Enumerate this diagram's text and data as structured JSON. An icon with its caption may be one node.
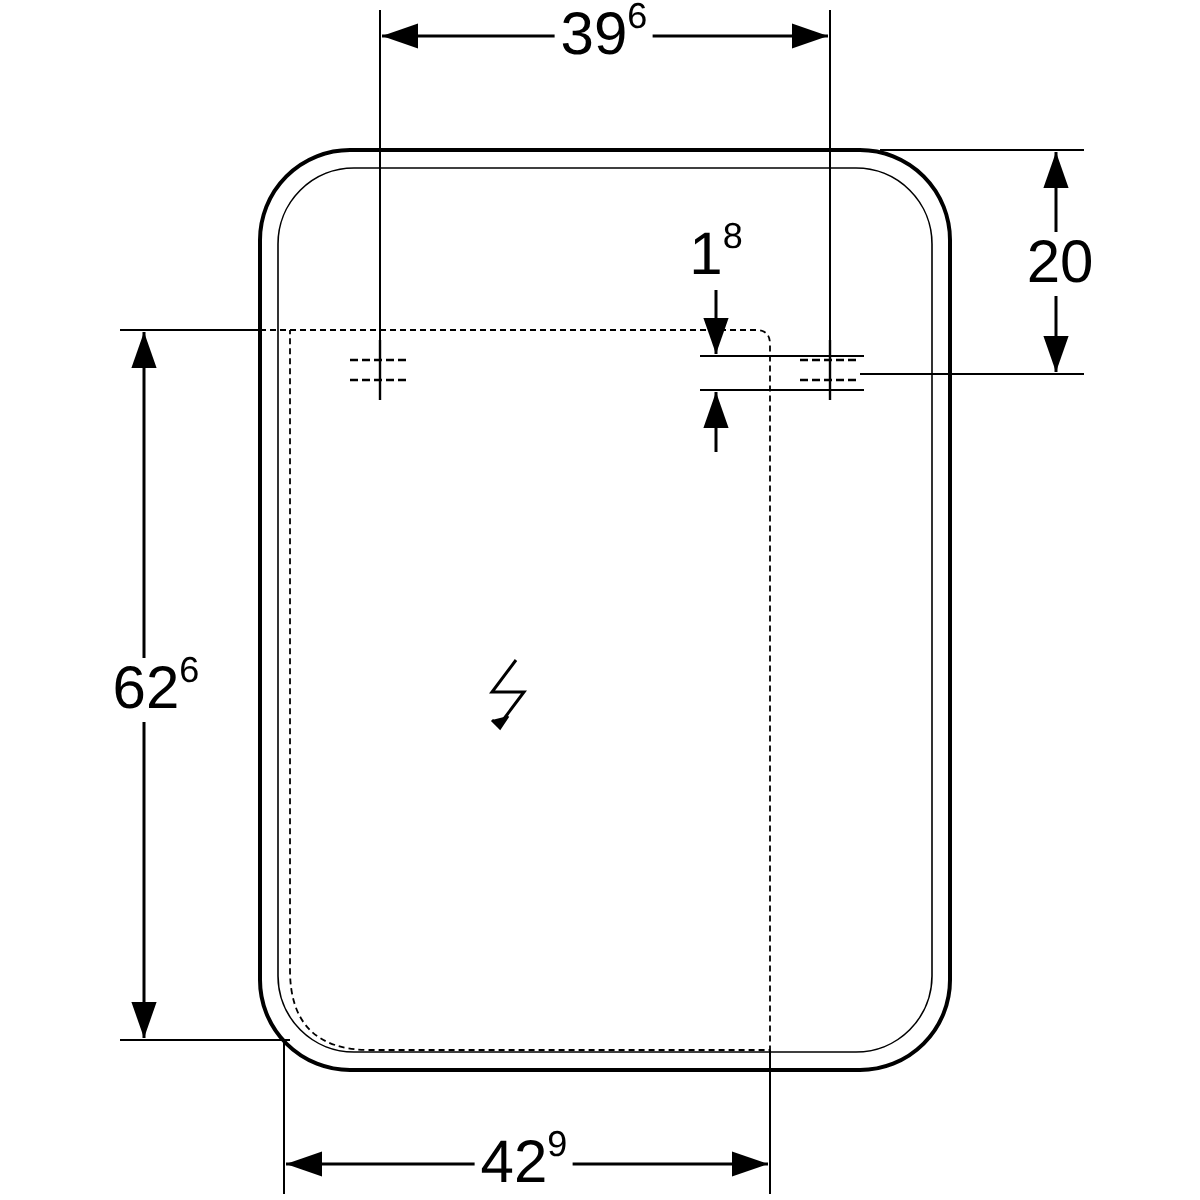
{
  "diagram": {
    "labels": [
      "39$^{6}$",
      "20",
      "1$^{8}$",
      "62$^{6}$",
      "42$^{9}$"
    ]
  }
}
